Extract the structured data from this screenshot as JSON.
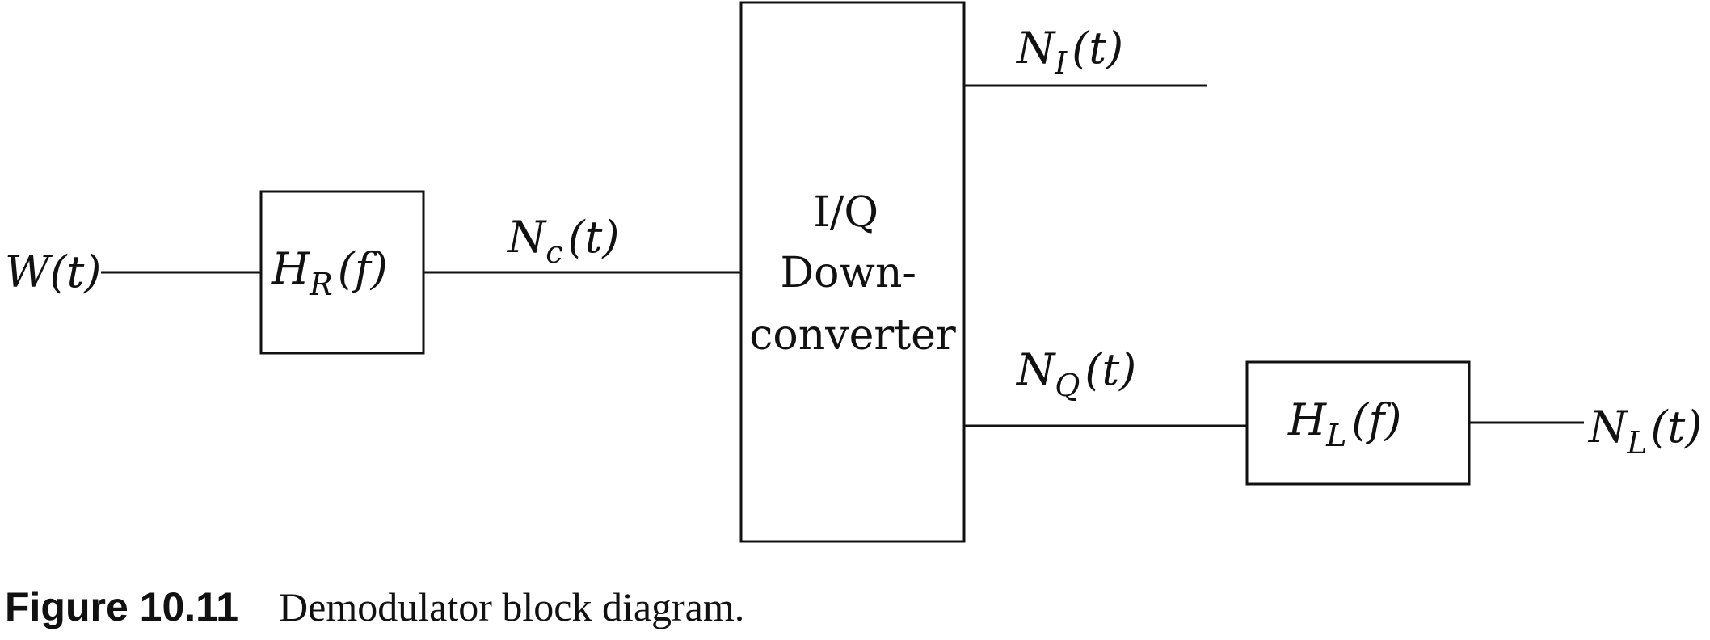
{
  "signals": {
    "input": {
      "main": "W",
      "sub": "",
      "arg": "(t)"
    },
    "filtered": {
      "main": "N",
      "sub": "c",
      "arg": "(t)"
    },
    "in_phase": {
      "main": "N",
      "sub": "I",
      "arg": "(t)"
    },
    "quadrature": {
      "main": "N",
      "sub": "Q",
      "arg": "(t)"
    },
    "output": {
      "main": "N",
      "sub": "L",
      "arg": "(t)"
    }
  },
  "blocks": {
    "receive_filter": {
      "main": "H",
      "sub": "R",
      "arg": "(f)"
    },
    "downconverter": {
      "lines": [
        "I/Q",
        "Down-",
        "converter"
      ]
    },
    "lowpass_filter": {
      "main": "H",
      "sub": "L",
      "arg": "(f)"
    }
  },
  "caption": {
    "figure": "Figure 10.11",
    "text": "Demodulator block diagram."
  }
}
